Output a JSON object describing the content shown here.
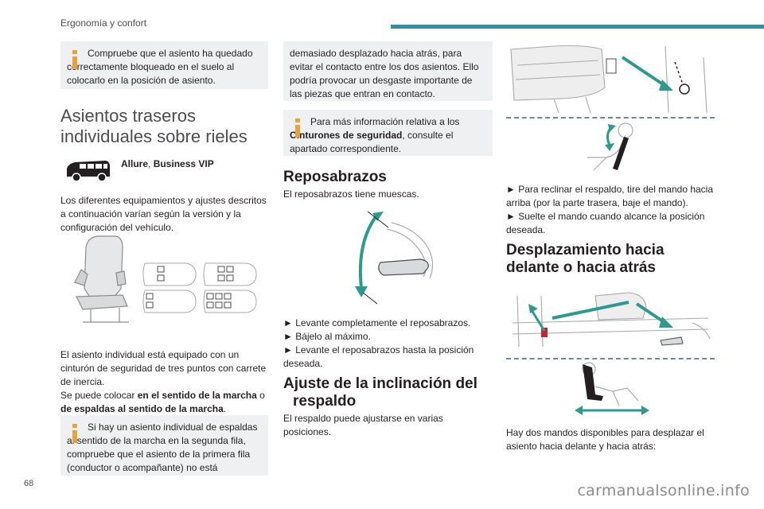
{
  "header": {
    "section": "Ergonomía y confort"
  },
  "page_number": "68",
  "watermark": "carmanualsonline.info",
  "col1": {
    "note1": "Compruebe que el asiento ha quedado correctamente bloqueado en el suelo al colocarlo en la posición de asiento.",
    "title_line1": "Asientos traseros",
    "title_line2": "individuales sobre rieles",
    "versions": "Allure, Business VIP",
    "versions_a": "Allure",
    "versions_sep": ", ",
    "versions_b": "Business VIP",
    "para1": "Los diferentes equipamientos y ajustes descritos a continuación varían según la versión y la configuración del vehículo.",
    "para2_1": "El asiento individual está equipado con un cinturón de seguridad de tres puntos con carrete de inercia.",
    "para2_2a": "Se puede colocar ",
    "para2_2b": "en el sentido de la marcha",
    "para2_2c": " o ",
    "para2_2d": "de espaldas al sentido de la marcha",
    "para2_2e": ".",
    "note2": "Si hay un asiento individual de espaldas al sentido de la marcha en la segunda fila, compruebe que el asiento de la primera fila (conductor o acompañante) no está"
  },
  "col2": {
    "note_cont": "demasiado desplazado hacia atrás, para evitar el contacto entre los dos asientos. Ello podría provocar un desgaste importante de las piezas que entran en contacto.",
    "note3a": "Para más información relativa a los ",
    "note3b": "Cinturones de seguridad",
    "note3c": ", consulte el apartado correspondiente.",
    "h_armrest": "Reposabrazos",
    "armrest_intro": "El reposabrazos tiene muescas.",
    "armrest_steps": [
      "► Levante completamente el reposabrazos.",
      "► Bájelo al máximo.",
      "► Levante el reposabrazos hasta la posición deseada."
    ],
    "h_recline_1": "Ajuste de la inclinación del",
    "h_recline_2": "respaldo",
    "recline_intro": "El respaldo puede ajustarse en varias posiciones."
  },
  "col3": {
    "recline_steps": [
      "► Para reclinar el respaldo, tire del mando hacia arriba (por la parte trasera, baje el mando).",
      "► Suelte el mando cuando alcance la posición deseada."
    ],
    "h_slide_1": "Desplazamiento hacia",
    "h_slide_2": "delante o hacia atrás",
    "slide_intro": "Hay dos mandos disponibles para desplazar el asiento hacia delante y hacia atrás:"
  },
  "colors": {
    "accent": "#2f8fa3",
    "note_bg": "#eef0f2",
    "info_icon": "#e8a23b",
    "arrow": "#2e9a8e"
  }
}
